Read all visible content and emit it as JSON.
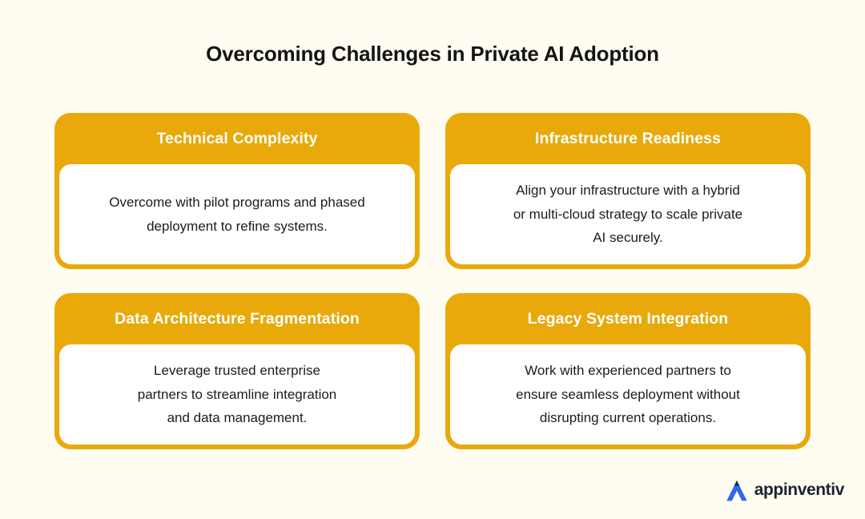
{
  "page": {
    "title": "Overcoming Challenges in Private AI Adoption",
    "background_color": "#FFFCF2",
    "accent_color": "#E9A90B",
    "body_text_color": "#1C1C1C"
  },
  "cards": [
    {
      "title": "Technical Complexity",
      "body_lines": [
        "Overcome with pilot programs and phased",
        "deployment to refine systems."
      ]
    },
    {
      "title": "Infrastructure Readiness",
      "body_lines": [
        "Align your infrastructure with a hybrid",
        "or multi-cloud strategy to scale private",
        "AI securely."
      ]
    },
    {
      "title": "Data Architecture Fragmentation",
      "body_lines": [
        "Leverage trusted enterprise",
        "partners to streamline integration",
        "and data management."
      ]
    },
    {
      "title": "Legacy System Integration",
      "body_lines": [
        "Work with experienced partners to",
        "ensure seamless deployment without",
        "disrupting current operations."
      ]
    }
  ],
  "footer": {
    "logo_text": "appinventiv",
    "logo_icon": "appinventiv-a-mark",
    "logo_blue": "#2D68F4",
    "logo_navy": "#16284B"
  }
}
